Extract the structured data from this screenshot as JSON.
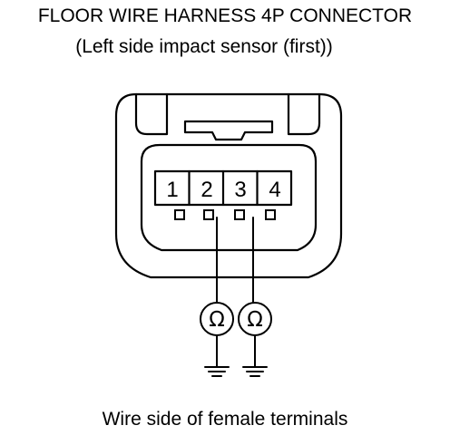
{
  "header": {
    "title": "FLOOR WIRE HARNESS 4P CONNECTOR",
    "subtitle": "(Left side impact sensor (first))"
  },
  "connector": {
    "terminals": [
      "1",
      "2",
      "3",
      "4"
    ]
  },
  "meters": [
    {
      "symbol": "Ω"
    },
    {
      "symbol": "Ω"
    }
  ],
  "footer": {
    "caption": "Wire side of female terminals"
  }
}
